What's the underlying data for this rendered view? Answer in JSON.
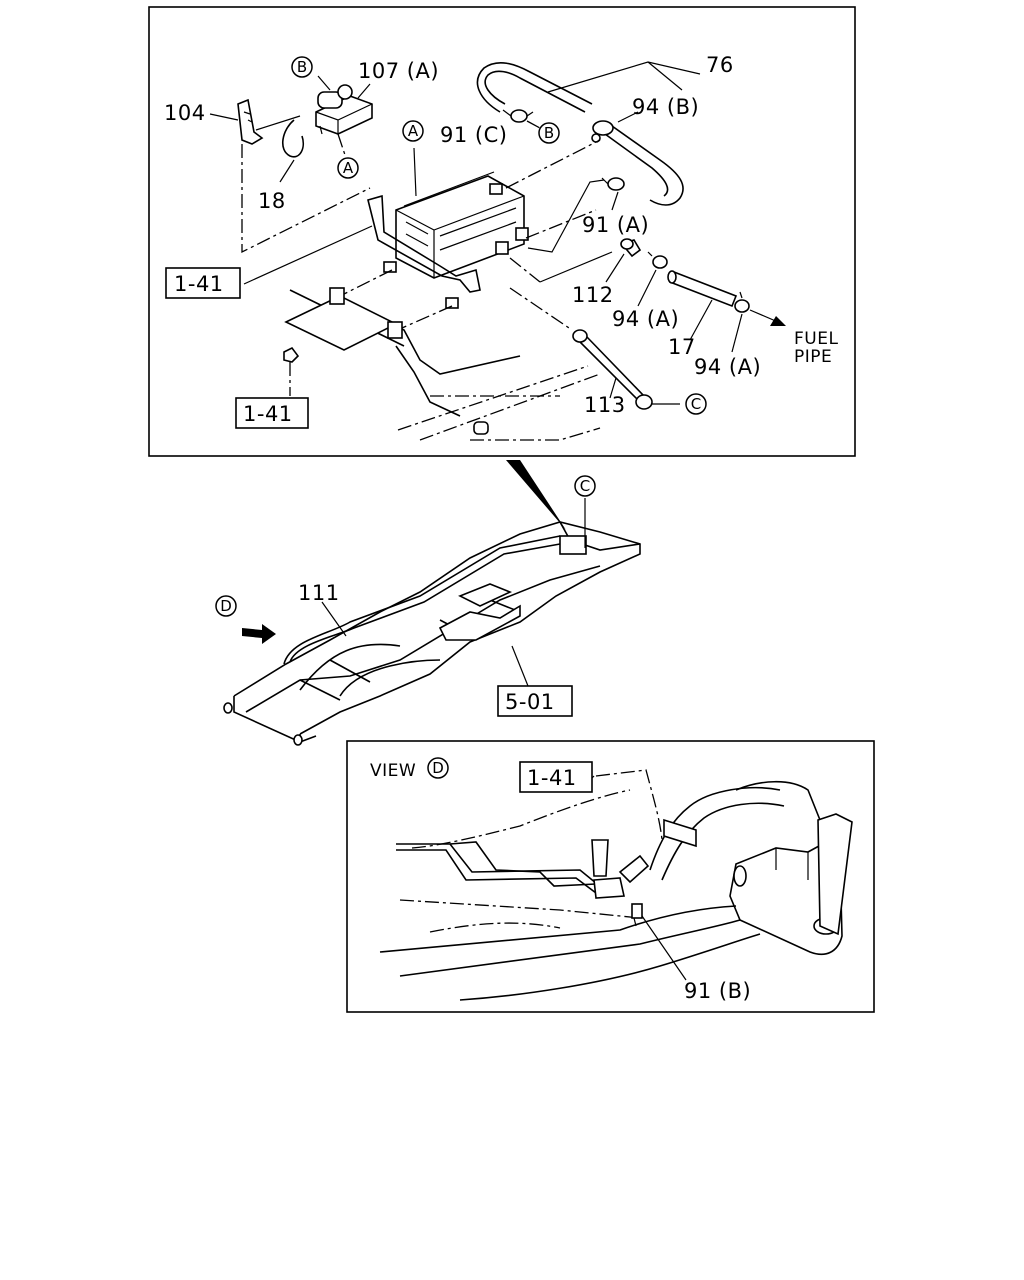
{
  "callouts": {
    "p76": "76",
    "p94b": "94 (B)",
    "p107a": "107 (A)",
    "p104": "104",
    "p18": "18",
    "p91c": "91 (C)",
    "p91a": "91 (A)",
    "p112": "112",
    "p94a_1": "94 (A)",
    "p17": "17",
    "p94a_2": "94 (A)",
    "fuel": "FUEL",
    "pipe": "PIPE",
    "p113": "113",
    "p111": "111",
    "p91b": "91 (B)"
  },
  "refs": {
    "ref1": "1-41",
    "ref2": "1-41",
    "ref3": "5-01",
    "ref4": "1-41"
  },
  "circle_letters": {
    "A1": "A",
    "A2": "A",
    "B1": "B",
    "B2": "B",
    "C1": "C",
    "C2": "C",
    "D1": "D",
    "D2": "D"
  },
  "view_label": "VIEW"
}
